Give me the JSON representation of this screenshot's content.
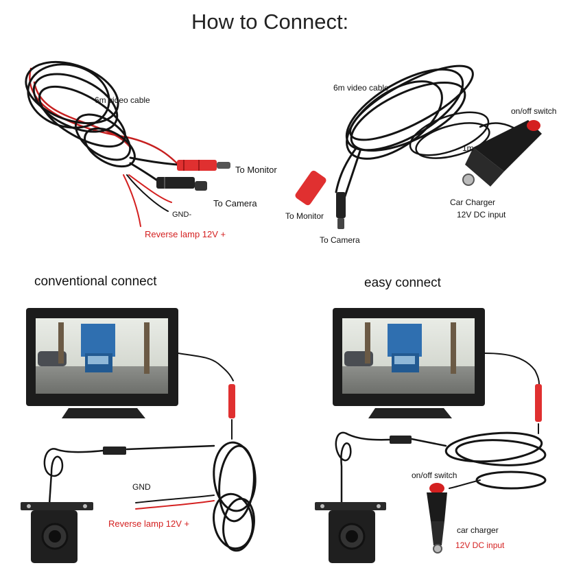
{
  "title": "How to Connect:",
  "top_left": {
    "cable_label": "6m video cable",
    "to_monitor": "To Monitor",
    "to_camera": "To Camera",
    "gnd": "GND-",
    "reverse_lamp": "Reverse lamp 12V +"
  },
  "top_right": {
    "cable_label": "6m video cable",
    "switch_label": "on/off switch",
    "length_label": "1m",
    "charger_label": "Car Charger",
    "dc_input": "12V DC input",
    "to_monitor": "To Monitor",
    "to_camera": "To Camera"
  },
  "conventional": {
    "heading": "conventional connect",
    "gnd": "GND",
    "reverse_lamp": "Reverse lamp 12V +"
  },
  "easy": {
    "heading": "easy connect",
    "switch_label": "on/off switch",
    "charger_label": "car charger",
    "dc_input": "12V DC input"
  },
  "colors": {
    "cable": "#1a1a1a",
    "red_wire": "#d42020",
    "connector_red": "#e03030",
    "label_red": "#d42020",
    "bezel": "#1c1c1c"
  }
}
